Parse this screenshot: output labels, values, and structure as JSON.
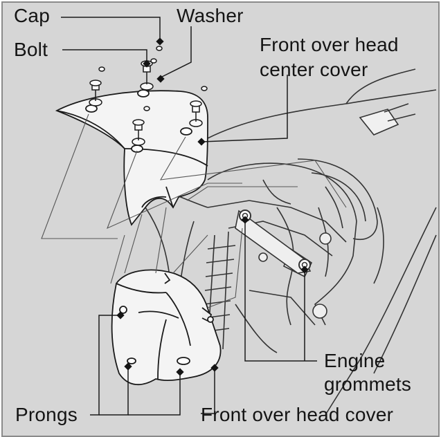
{
  "callouts": {
    "cap": "Cap",
    "washer": "Washer",
    "bolt": "Bolt",
    "center_cover_line1": "Front over head",
    "center_cover_line2": "center cover",
    "engine_grommets_line1": "Engine",
    "engine_grommets_line2": "grommets",
    "prongs": "Prongs",
    "front_cover": "Front over head cover"
  },
  "colors": {
    "background": "#d6d6d6",
    "frame": "#8a8a8a",
    "line": "#1a1a1a",
    "part_fill": "#f4f4f4",
    "shadow_fill": "#bdbdbd"
  }
}
